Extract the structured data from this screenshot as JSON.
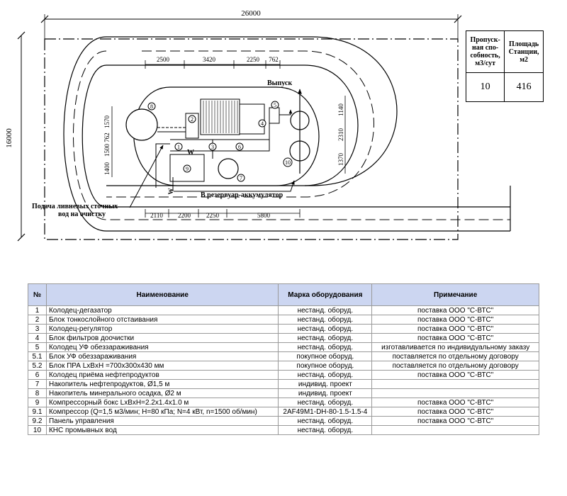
{
  "plan": {
    "dimensions": {
      "overall_width": "26000",
      "overall_height": "16000",
      "top": [
        "2500",
        "3420",
        "2250",
        "762"
      ],
      "bottom": [
        "2110",
        "2200",
        "2250",
        "5800"
      ],
      "left_vertical": [
        "1570",
        "762",
        "1500",
        "1400"
      ],
      "right_vertical": [
        "1140",
        "2310",
        "1370"
      ]
    },
    "labels": {
      "outlet": "Выпуск",
      "to_tank": "В резервуар-аккумулятор",
      "inlet_line1": "Подача ливневых сточных",
      "inlet_line2": "вод на очистку",
      "w_marker": "W"
    },
    "markers": [
      "1",
      "2",
      "3",
      "4",
      "5",
      "6",
      "7",
      "8",
      "9",
      "10"
    ]
  },
  "capacity_table": {
    "h1": [
      "Пропуск-",
      "ная спо-",
      "собность,",
      "м3/сут"
    ],
    "h2": [
      "Площадь",
      "Станции,",
      "м2"
    ],
    "v1": "10",
    "v2": "416"
  },
  "equipment_table": {
    "headers": [
      "№",
      "Наименование",
      "Марка оборудования",
      "Примечание"
    ],
    "rows": [
      [
        "1",
        "Колодец-дегазатор",
        "нестанд. оборуд.",
        "поставка ООО \"С-ВТС\""
      ],
      [
        "2",
        "Блок тонкослойного отстаивания",
        "нестанд. оборуд.",
        "поставка ООО \"С-ВТС\""
      ],
      [
        "3",
        "Колодец-регулятор",
        "нестанд. оборуд.",
        "поставка ООО \"С-ВТС\""
      ],
      [
        "4",
        "Блок фильтров доочистки",
        "нестанд. оборуд.",
        "поставка ООО \"С-ВТС\""
      ],
      [
        "5",
        "Колодец УФ обеззараживания",
        "нестанд. оборуд.",
        "изготавливается по индивидуальному заказу"
      ],
      [
        "5.1",
        "Блок УФ обеззараживания",
        "покупное оборуд.",
        "поставляется по отдельному договору"
      ],
      [
        "5.2",
        "Блок ПРА LxBxH =700x300x430 мм",
        "покупное оборуд.",
        "поставляется по отдельному договору"
      ],
      [
        "6",
        "Колодец приёма нефтепродуктов",
        "нестанд. оборуд.",
        "поставка ООО \"С-ВТС\""
      ],
      [
        "7",
        "Накопитель нефтепродуктов, Ø1,5 м",
        "индивид. проект",
        ""
      ],
      [
        "8",
        "Накопитель минерального осадка, Ø2 м",
        "индивид. проект",
        ""
      ],
      [
        "9",
        "Компрессорный бокс LxBxH=2.2x1.4x1.0 м",
        "нестанд. оборуд.",
        "поставка ООО \"С-ВТС\""
      ],
      [
        "9.1",
        "Компрессор (Q=1,5 м3/мин; Н=80 кПа; N=4 кВт, n=1500 об/мин)",
        "2AF49M1-DH-80-1.5-1.5-4",
        "поставка ООО \"С-ВТС\""
      ],
      [
        "9.2",
        "Панель управления",
        "нестанд. оборуд.",
        "поставка ООО \"С-ВТС\""
      ],
      [
        "10",
        "КНС промывных вод",
        "нестанд. оборуд.",
        ""
      ]
    ]
  }
}
